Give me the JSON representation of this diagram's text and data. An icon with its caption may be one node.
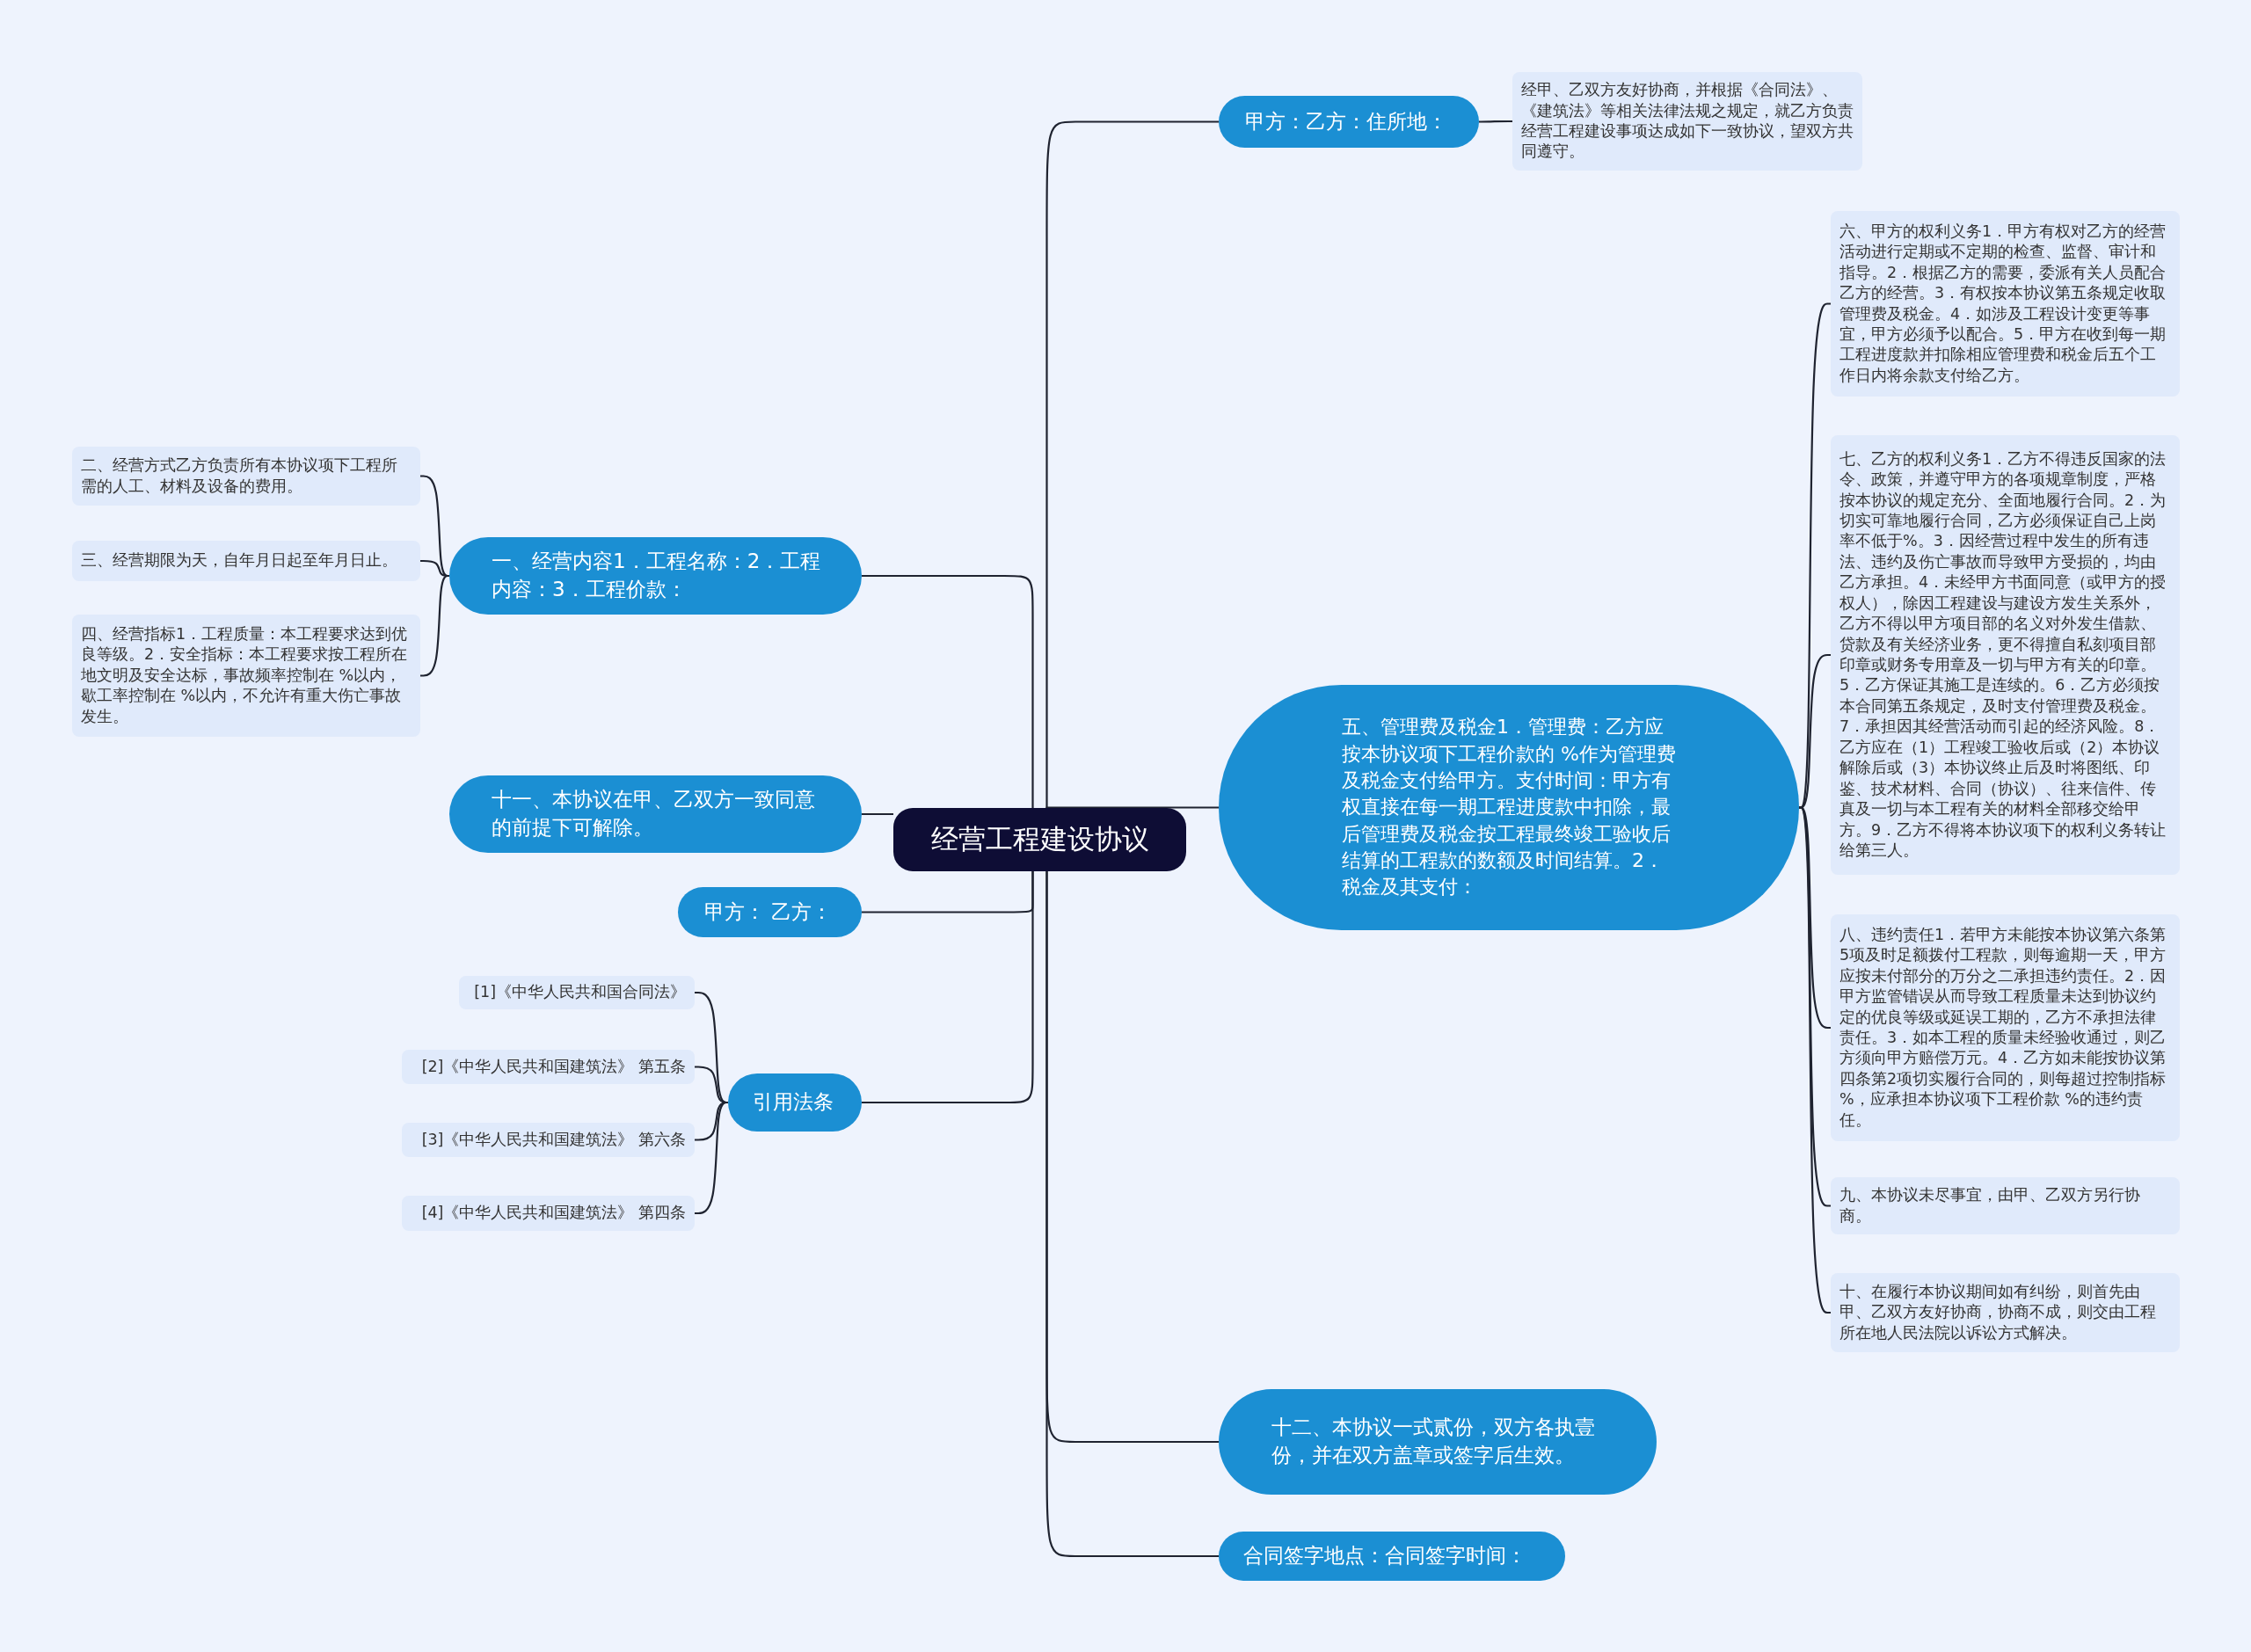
{
  "diagram": {
    "nodes": [
      {
        "text": [
          "经营工程建设协议"
        ]
      },
      {
        "text": [
          "甲方：乙方：住所地："
        ]
      },
      {
        "text": [
          "经甲、乙双方友好协商，并根据《合同法》、《建筑法》等相关法律法规之规定，就乙方负责经营工程建设事项达成如下一致协议，望双方共同遵守。"
        ]
      },
      {
        "text": [
          "一、经营内容1．工程名称：2．工程内容：3．工程价款："
        ]
      },
      {
        "text": [
          "二、经营方式乙方负责所有本协议项下工程所需的人工、材料及设备的费用。"
        ]
      },
      {
        "text": [
          "三、经营期限为天，自年月日起至年月日止。"
        ]
      },
      {
        "text": [
          "四、经营指标1．工程质量：本工程要求达到优良等级。2．安全指标：本工程要求按工程所在地文明及安全达标，事故频率控制在 %以内，歇工率控制在 %以内，不允许有重大伤亡事故发生。"
        ]
      },
      {
        "text": [
          "十一、本协议在甲、乙双方一致同意的前提下可解除。"
        ]
      },
      {
        "text": [
          "甲方： 乙方："
        ]
      },
      {
        "text": [
          "引用法条"
        ]
      },
      {
        "text": [
          "[1]《中华人民共和国合同法》"
        ]
      },
      {
        "text": [
          "[2]《中华人民共和国建筑法》 第五条"
        ]
      },
      {
        "text": [
          "[3]《中华人民共和国建筑法》 第六条"
        ]
      },
      {
        "text": [
          "[4]《中华人民共和国建筑法》 第四条"
        ]
      },
      {
        "text": [
          "五、管理费及税金1．管理费：乙方应按本协议项下工程价款的 %作为管理费及税金支付给甲方。支付时间：甲方有权直接在每一期工程进度款中扣除，最后管理费及税金按工程最终竣工验收后结算的工程款的数额及时间结算。2．税金及其支付："
        ]
      },
      {
        "text": [
          "六、甲方的权利义务1．甲方有权对乙方的经营活动进行定期或不定期的检查、监督、审计和指导。2．根据乙方的需要，委派有关人员配合乙方的经营。3．有权按本协议第五条规定收取管理费及税金。4．如涉及工程设计变更等事宜，甲方必须予以配合。5．甲方在收到每一期工程进度款并扣除相应管理费和税金后五个工作日内将余款支付给乙方。"
        ]
      },
      {
        "text": [
          "七、乙方的权利义务1．乙方不得违反国家的法令、政策，并遵守甲方的各项规章制度，严格按本协议的规定充分、全面地履行合同。2．为切实可靠地履行合同，乙方必须保证自己上岗率不低于%。3．因经营过程中发生的所有违法、违约及伤亡事故而导致甲方受损的，均由乙方承担。4．未经甲方书面同意（或甲方的授权人），除因工程建设与建设方发生关系外，乙方不得以甲方项目部的名义对外发生借款、贷款及有关经济业务，更不得擅自私刻项目部印章或财务专用章及一切与甲方有关的印章。5．乙方保证其施工是连续的。6．乙方必须按本合同第五条规定，及时支付管理费及税金。7．承担因其经营活动而引起的经济风险。8．乙方应在（1）工程竣工验收后或（2）本协议解除后或（3）本协议终止后及时将图纸、印鉴、技术材料、合同（协议）、往来信件、传真及一切与本工程有关的材料全部移交给甲方。9．乙方不得将本协议项下的权利义务转让给第三人。"
        ]
      },
      {
        "text": [
          "八、违约责任1．若甲方未能按本协议第六条第5项及时足额拨付工程款，则每逾期一天，甲方应按未付部分的万分之二承担违约责任。2．因甲方监管错误从而导致工程质量未达到协议约定的优良等级或延误工期的，乙方不承担法律责任。3．如本工程的质量未经验收通过，则乙方须向甲方赔偿万元。4．乙方如未能按协议第四条第2项切实履行合同的，则每超过控制指标 %，应承担本协议项下工程价款 %的违约责任。"
        ]
      },
      {
        "text": [
          "九、本协议未尽事宜，由甲、乙双方另行协商。"
        ]
      },
      {
        "text": [
          "十、在履行本协议期间如有纠纷，则首先由甲、乙双方友好协商，协商不成，则交由工程所在地人民法院以诉讼方式解决。"
        ]
      },
      {
        "text": [
          "十二、本协议一式贰份，双方各执壹份，并在双方盖章或签字后生效。"
        ]
      },
      {
        "text": [
          "合同签字地点：合同签字时间："
        ]
      }
    ],
    "edges": [
      {
        "from": 0,
        "to": 1,
        "arrow": "none"
      },
      {
        "from": 1,
        "to": 2,
        "arrow": "none"
      },
      {
        "from": 0,
        "to": 3,
        "arrow": "none"
      },
      {
        "from": 3,
        "to": 4,
        "arrow": "none"
      },
      {
        "from": 3,
        "to": 5,
        "arrow": "none"
      },
      {
        "from": 3,
        "to": 6,
        "arrow": "none"
      },
      {
        "from": 0,
        "to": 7,
        "arrow": "none"
      },
      {
        "from": 0,
        "to": 8,
        "arrow": "none"
      },
      {
        "from": 0,
        "to": 9,
        "arrow": "none"
      },
      {
        "from": 9,
        "to": 10,
        "arrow": "none"
      },
      {
        "from": 9,
        "to": 11,
        "arrow": "none"
      },
      {
        "from": 9,
        "to": 12,
        "arrow": "none"
      },
      {
        "from": 9,
        "to": 13,
        "arrow": "none"
      },
      {
        "from": 0,
        "to": 14,
        "arrow": "none"
      },
      {
        "from": 14,
        "to": 15,
        "arrow": "none"
      },
      {
        "from": 14,
        "to": 16,
        "arrow": "none"
      },
      {
        "from": 14,
        "to": 17,
        "arrow": "none"
      },
      {
        "from": 14,
        "to": 18,
        "arrow": "none"
      },
      {
        "from": 14,
        "to": 19,
        "arrow": "none"
      },
      {
        "from": 0,
        "to": 20,
        "arrow": "none"
      },
      {
        "from": 0,
        "to": 21,
        "arrow": "none"
      }
    ]
  }
}
